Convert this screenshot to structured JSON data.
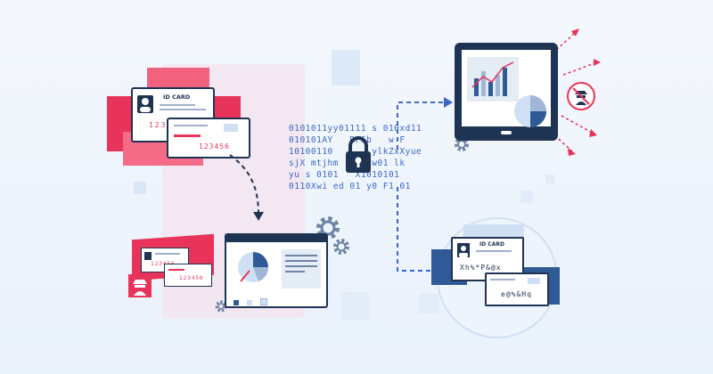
{
  "colors": {
    "brand_red": "#e8345a",
    "light_red": "#f36b86",
    "navy": "#1f3353",
    "blue": "#2f5a96",
    "light_blue": "#cfe0f4",
    "accent_blue": "#3b66c9"
  },
  "cards": {
    "top_front": {
      "title": "ID CARD",
      "number": "123456"
    },
    "top_back": {
      "number": "123456"
    },
    "hacker_front": {
      "number": "123456"
    },
    "hacker_back": {
      "number": "123456"
    },
    "encrypted_front": {
      "title": "ID CARD",
      "value": "Xh%*P&@x"
    },
    "encrypted_back": {
      "value": "e@%&Hq"
    }
  },
  "binary_block": {
    "rows": [
      "0101011yy01111 s 010xd11",
      "010101AY   RFSb   w F",
      "10100110       ylkZxXyue",
      "sjX mtjhm    Yxw01 lk",
      "yu s 0101   X1010101",
      "0110Xwi ed 01 y0 F1 01"
    ]
  },
  "icons": [
    "id-card-icon",
    "person-icon",
    "lock-icon",
    "gear-icon",
    "hacker-icon",
    "chart-icon",
    "pie-chart-icon",
    "tablet-icon",
    "browser-window-icon"
  ]
}
